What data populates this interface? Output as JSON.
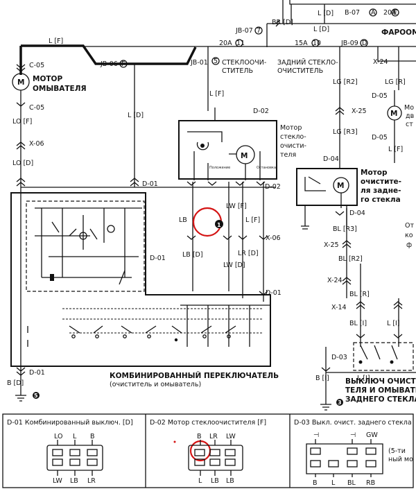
{
  "labels": {
    "br_d": "BR [D]",
    "l_d_top": "L [D]",
    "jb07": "JB-07",
    "jb07_num": "7",
    "b07": "B-07",
    "b07_a": "A",
    "fuse20a_e": "20A",
    "fuse20a_e_num": "E",
    "faroom": "ФАРООМ",
    "fuse20a_11": "20A",
    "fuse20a_11_num": "11",
    "fuse15a_10": "15A",
    "fuse15a_10_num": "10",
    "jb09": "JB-09",
    "jb09_num": "D",
    "lf_top": "L [F]",
    "jb06": "JB-06",
    "jb06_num": "F",
    "jb01": "JB-01",
    "jb01_num": "5",
    "washer_wiper_line1": "СТЕКЛООЧИ-",
    "washer_wiper_line2": "СТИТЕЛЬ",
    "rear_wiper_line1": "ЗАДНИЙ СТЕКЛО-",
    "rear_wiper_line2": "ОЧИСТИТЕЛЬ",
    "x24_top": "X-24",
    "c05_top": "C-05",
    "washer_motor_line1": "МОТОР",
    "washer_motor_line2": "ОМЫВАТЕЛЯ",
    "c05_bottom": "C-05",
    "lo_f": "LO [F]",
    "x06_left": "X-06",
    "lo_d": "LO [D]",
    "l_d_mid": "L [D]",
    "lf_mid": "L [F]",
    "d02_top": "D-02",
    "wiper_motor_line1": "Мотор",
    "wiper_motor_line2": "стекло-",
    "wiper_motor_line3": "очисти-",
    "wiper_motor_line4": "теля",
    "lg_r2": "LG [R2]",
    "lg_r": "LG [R]",
    "d05_a": "D-05",
    "x25_top": "X-25",
    "lg_r3": "LG [R3]",
    "d05_b": "D-05",
    "lf_right": "L [F]",
    "right_motor_frag1": "Мо",
    "right_motor_frag2": "дв",
    "right_motor_frag3": "ст",
    "d04_top": "D-04",
    "rear_motor_line1": "Мотор",
    "rear_motor_line2": "очистите-",
    "rear_motor_line3": "ля задне-",
    "rear_motor_line4": "го стекла",
    "d01_a": "D-01",
    "d02_b": "D-02",
    "lb": "LB",
    "lw_f": "LW [F]",
    "lf_conn": "L [F]",
    "d04_b": "D-04",
    "bl_r3": "BL [R3]",
    "x06_right": "X-06",
    "x25_mid": "X-25",
    "d01_b": "D-01",
    "lb_d": "LB [D]",
    "lr_d": "LR [D]",
    "lw_d": "LW [D]",
    "bl_r2": "BL [R2]",
    "x24_mid": "X-24",
    "bl_r": "BL [R]",
    "d01_c": "D-01",
    "x14": "X-14",
    "bl_i": "BL [I]",
    "l_i": "L [I]",
    "d03": "D-03",
    "d01_bottom": "D-01",
    "b_d": "B [D]",
    "ground5": "5",
    "switch_title_line1": "КОМБИНИРОВАННЫЙ ПЕРЕКЛЮЧАТЕЛЬ",
    "switch_title_line2": "(очиститель и омыватель)",
    "b_i": "B [I]",
    "l_i_bottom": "L [I]",
    "rear_switch_line1": "ВЫКЛЮЧ ОЧИСТИ-",
    "rear_switch_line2": "ТЕЛЯ И ОМЫВАТЕЛЯ",
    "rear_switch_line3": "ЗАДНЕГО СТЕКЛА",
    "ground3": "3",
    "right_frag1": "От",
    "right_frag2": "ко",
    "right_frag3": "ф",
    "callout1": "1"
  },
  "connectors": {
    "d01": {
      "title": "D-01 Комбинированный выключ. [D]",
      "top_pins": [
        "LO",
        "L",
        "B"
      ],
      "bottom_pins": [
        "LW",
        "LB",
        "LR"
      ]
    },
    "d02": {
      "title": "D-02 Мотор стеклоочистителя [F]",
      "top_pins": [
        "B",
        "LR",
        "LW"
      ],
      "bottom_pins": [
        "L",
        "LB",
        "LB"
      ]
    },
    "d03": {
      "title": "D-03 Выкл. очист. заднего стекла",
      "top_pins": [
        "⊣",
        "⊣",
        "GW"
      ],
      "bottom_pins": [
        "B",
        "L",
        "BL",
        "RB"
      ],
      "note_line1": "(5-ти",
      "note_line2": "ный мо"
    }
  },
  "colors": {
    "wire": "#111111",
    "highlight": "#d41414"
  }
}
